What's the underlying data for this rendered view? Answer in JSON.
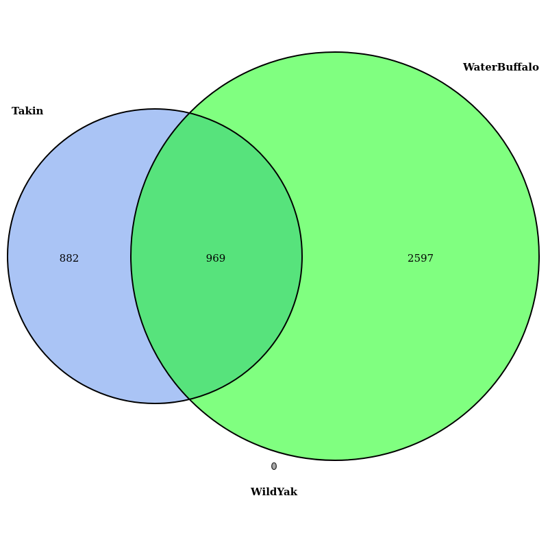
{
  "sets": [
    {
      "name": "Takin",
      "fill": "#aac4f5"
    },
    {
      "name": "WaterBuffalo",
      "fill": "#80ff80"
    },
    {
      "name": "WildYak",
      "fill": "#ffff00"
    }
  ],
  "regions": {
    "takin_only": "882",
    "takin_waterbuffalo": "969",
    "waterbuffalo_only": "2597",
    "wildyak_only": "0"
  },
  "colors": {
    "overlap_fill": "#57e37c",
    "outline": "#000000",
    "background": "#ffffff"
  }
}
